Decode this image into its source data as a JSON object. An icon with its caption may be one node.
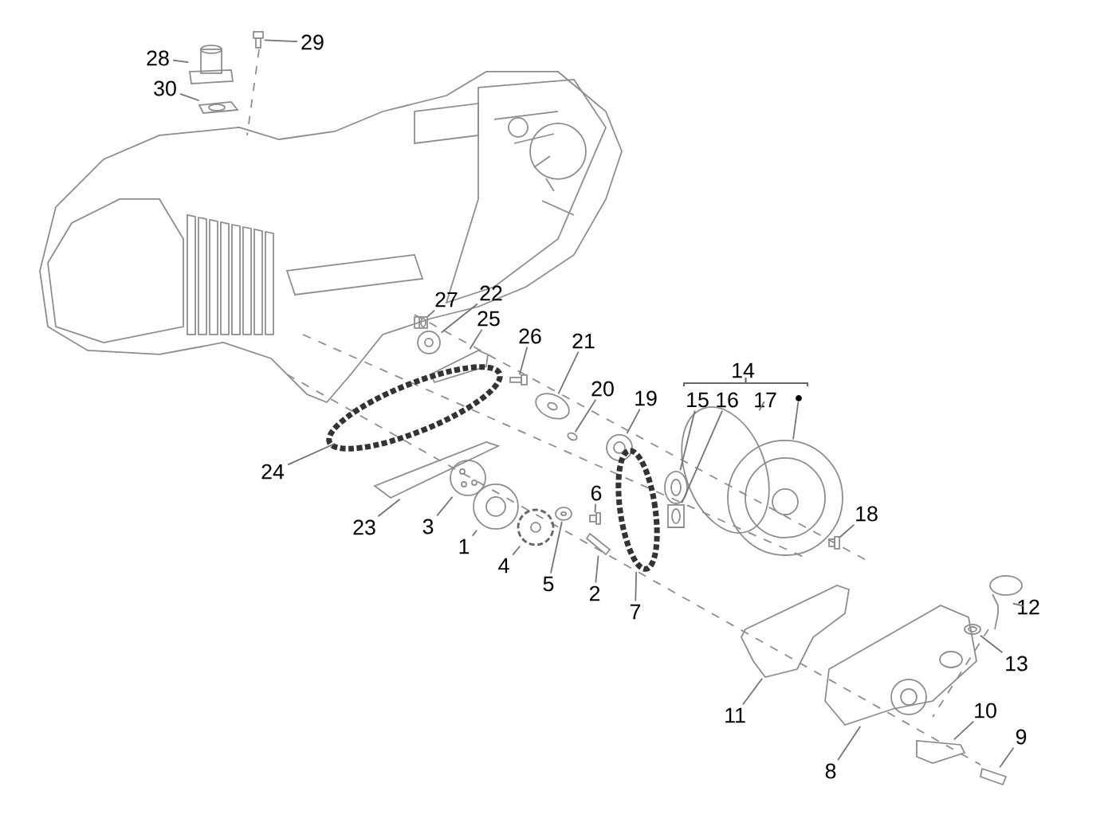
{
  "diagram": {
    "nodes": [
      {
        "text": [
          "29"
        ]
      },
      {
        "text": [
          "28"
        ]
      },
      {
        "text": [
          "30"
        ]
      },
      {
        "text": [
          "27"
        ]
      },
      {
        "text": [
          "22"
        ]
      },
      {
        "text": [
          "25"
        ]
      },
      {
        "text": [
          "26"
        ]
      },
      {
        "text": [
          "21"
        ]
      },
      {
        "text": [
          "20"
        ]
      },
      {
        "text": [
          "19"
        ]
      },
      {
        "text": [
          "15"
        ]
      },
      {
        "text": [
          "16"
        ]
      },
      {
        "text": [
          "17"
        ]
      },
      {
        "text": [],
        "shape": "circle"
      },
      {
        "text": [
          "24"
        ]
      },
      {
        "text": [
          "6"
        ]
      },
      {
        "text": [
          "18"
        ]
      },
      {
        "text": [
          "23"
        ]
      },
      {
        "text": [
          "3"
        ]
      },
      {
        "text": [
          "1"
        ]
      },
      {
        "text": [
          "4"
        ]
      },
      {
        "text": [
          "5"
        ]
      },
      {
        "text": [
          "2"
        ]
      },
      {
        "text": [
          "7"
        ]
      },
      {
        "text": [
          "12"
        ]
      },
      {
        "text": [
          "13"
        ]
      },
      {
        "text": [
          "11"
        ]
      },
      {
        "text": [
          "10"
        ]
      },
      {
        "text": [
          "9"
        ]
      },
      {
        "text": [
          "8"
        ]
      },
      {
        "text": [],
        "shape": "picture"
      },
      {
        "text": [],
        "shape": "picture"
      },
      {
        "text": [],
        "shape": "picture"
      },
      {
        "text": [],
        "shape": "picture"
      },
      {
        "text": [],
        "shape": "picture"
      },
      {
        "text": [],
        "shape": "picture"
      },
      {
        "text": [],
        "shape": "picture"
      },
      {
        "text": [],
        "shape": "picture"
      },
      {
        "text": [],
        "shape": "picture"
      },
      {
        "text": [],
        "shape": "picture"
      },
      {
        "text": [],
        "shape": "picture"
      },
      {
        "text": [],
        "shape": "picture"
      },
      {
        "text": [],
        "shape": "picture"
      },
      {
        "text": [],
        "shape": "picture"
      },
      {
        "text": [],
        "shape": "picture"
      },
      {
        "text": [],
        "shape": "picture"
      },
      {
        "text": [],
        "shape": "picture"
      },
      {
        "text": [],
        "shape": "picture"
      },
      {
        "text": [],
        "shape": "picture"
      },
      {
        "text": [],
        "shape": "picture"
      },
      {
        "text": [],
        "shape": "picture"
      },
      {
        "text": [],
        "shape": "picture"
      },
      {
        "text": [],
        "shape": "picture"
      },
      {
        "text": [],
        "shape": "picture"
      },
      {
        "text": [],
        "shape": "picture"
      },
      {
        "text": [],
        "shape": "picture"
      },
      {
        "text": [],
        "shape": "picture"
      },
      {
        "text": [],
        "shape": "picture"
      },
      {
        "text": [],
        "shape": "picture"
      },
      {
        "text": [],
        "shape": "picture"
      }
    ],
    "edges": [
      {
        "from": 0,
        "to": 30,
        "arrow": "none"
      },
      {
        "from": 1,
        "to": 31,
        "arrow": "none"
      },
      {
        "from": 2,
        "to": 32,
        "arrow": "none"
      },
      {
        "from": 3,
        "to": 33,
        "arrow": "none"
      },
      {
        "from": 4,
        "to": 34,
        "arrow": "none"
      },
      {
        "from": 5,
        "to": 35,
        "arrow": "none"
      },
      {
        "from": 6,
        "to": 36,
        "arrow": "none"
      },
      {
        "from": 7,
        "to": 37,
        "arrow": "none"
      },
      {
        "from": 8,
        "to": 38,
        "arrow": "none"
      },
      {
        "from": 9,
        "to": 39,
        "arrow": "none"
      },
      {
        "from": 10,
        "to": 40,
        "arrow": "none"
      },
      {
        "from": 11,
        "to": 41,
        "arrow": "none"
      },
      {
        "from": 12,
        "to": 42,
        "arrow": "none"
      },
      {
        "from": 13,
        "to": 43,
        "arrow": "none"
      },
      {
        "from": 14,
        "to": 44,
        "arrow": "none"
      },
      {
        "from": 15,
        "to": 45,
        "arrow": "none"
      },
      {
        "from": 16,
        "to": 46,
        "arrow": "none"
      },
      {
        "from": 17,
        "to": 47,
        "arrow": "none"
      },
      {
        "from": 18,
        "to": 48,
        "arrow": "none"
      },
      {
        "from": 19,
        "to": 49,
        "arrow": "none"
      },
      {
        "from": 20,
        "to": 50,
        "arrow": "none"
      },
      {
        "from": 21,
        "to": 51,
        "arrow": "none"
      },
      {
        "from": 22,
        "to": 52,
        "arrow": "none"
      },
      {
        "from": 23,
        "to": 53,
        "arrow": "none"
      },
      {
        "from": 24,
        "to": 54,
        "arrow": "none"
      },
      {
        "from": 25,
        "to": 55,
        "arrow": "none"
      },
      {
        "from": 26,
        "to": 56,
        "arrow": "none"
      },
      {
        "from": 27,
        "to": 57,
        "arrow": "none"
      },
      {
        "from": 28,
        "to": 58,
        "arrow": "none"
      },
      {
        "from": 29,
        "to": 59,
        "arrow": "none"
      }
    ],
    "labels": [
      "14"
    ]
  }
}
